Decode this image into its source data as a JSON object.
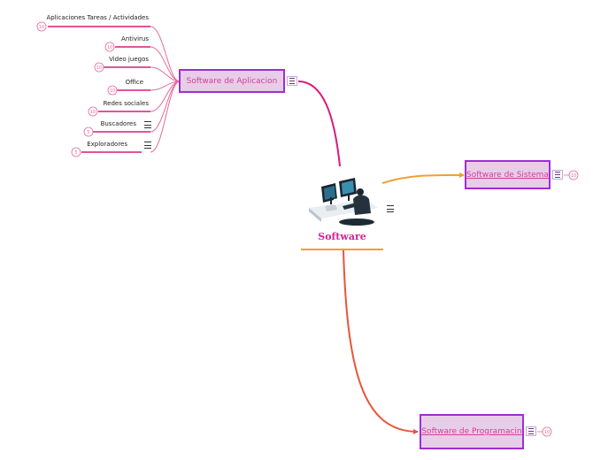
{
  "central": {
    "title": "Software"
  },
  "branches": {
    "aplicacion": {
      "label": "Software de Aplicacion",
      "children": [
        {
          "label": "Aplicaciones Tareas / Actividades",
          "badge": "10"
        },
        {
          "label": "Antivirus",
          "badge": "10"
        },
        {
          "label": "Video juegos",
          "badge": "10"
        },
        {
          "label": "Office",
          "badge": "10"
        },
        {
          "label": "Redes sociales",
          "badge": "10"
        },
        {
          "label": "Buscadores",
          "badge": "5"
        },
        {
          "label": "Exploradores",
          "badge": "5"
        }
      ]
    },
    "sistema": {
      "label": "Software de Sistema",
      "badge": "10"
    },
    "programacion": {
      "label": "Software de Programacin",
      "badge": "10"
    }
  },
  "colors": {
    "aplicacion_branch": "#d81b7a",
    "sistema_branch": "#f0a030",
    "programacion_branch": "#e8553a",
    "node_fill": "#e8cde8",
    "node_border": "#9b2fd6",
    "node_text": "#d63b9b"
  }
}
